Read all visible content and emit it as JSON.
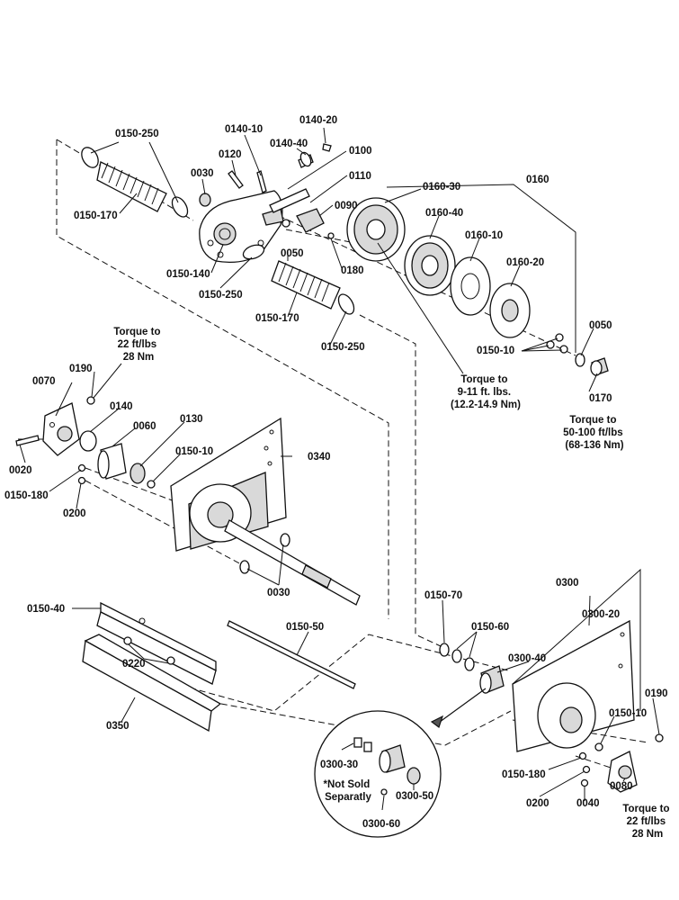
{
  "labels": {
    "p0150_250_a": "0150-250",
    "p0150_170_a": "0150-170",
    "p0140_10": "0140-10",
    "p0120": "0120",
    "p0030_a": "0030",
    "p0140_40": "0140-40",
    "p0140_20": "0140-20",
    "p0100": "0100",
    "p0110": "0110",
    "p0090": "0090",
    "p0150_140": "0150-140",
    "p0050_a": "0050",
    "p0150_250_b": "0150-250",
    "p0180": "0180",
    "p0150_170_b": "0150-170",
    "p0150_250_c": "0150-250",
    "p0160": "0160",
    "p0160_30": "0160-30",
    "p0160_40": "0160-40",
    "p0160_10": "0160-10",
    "p0160_20": "0160-20",
    "p0050_b": "0050",
    "p0150_10_a": "0150-10",
    "p0170": "0170",
    "p0070": "0070",
    "p0190_a": "0190",
    "p0140": "0140",
    "p0060": "0060",
    "p0130": "0130",
    "p0150_10_b": "0150-10",
    "p0340": "0340",
    "p0020": "0020",
    "p0150_180_a": "0150-180",
    "p0200_a": "0200",
    "p0030_b": "0030",
    "p0150_40": "0150-40",
    "p0220": "0220",
    "p0350": "0350",
    "p0150_50": "0150-50",
    "p0150_70": "0150-70",
    "p0150_60": "0150-60",
    "p0300": "0300",
    "p0300_20": "0300-20",
    "p0300_40": "0300-40",
    "p0190_b": "0190",
    "p0150_10_c": "0150-10",
    "p0300_30": "0300-30",
    "p0300_50": "0300-50",
    "p0300_60": "0300-60",
    "p0150_180_b": "0150-180",
    "p0200_b": "0200",
    "p0040": "0040",
    "p0080": "0080"
  },
  "notes": {
    "torque_22_a": [
      "Torque to",
      "22 ft/lbs",
      "28 Nm"
    ],
    "torque_9_11": [
      "Torque to",
      "9-11 ft. lbs.",
      "(12.2-14.9 Nm)"
    ],
    "torque_50_100": [
      "Torque to",
      "50-100 ft/lbs",
      "(68-136 Nm)"
    ],
    "torque_22_b": [
      "Torque to",
      "22 ft/lbs",
      "28 Nm"
    ],
    "not_sold": [
      "*Not Sold",
      "Separatly"
    ]
  }
}
